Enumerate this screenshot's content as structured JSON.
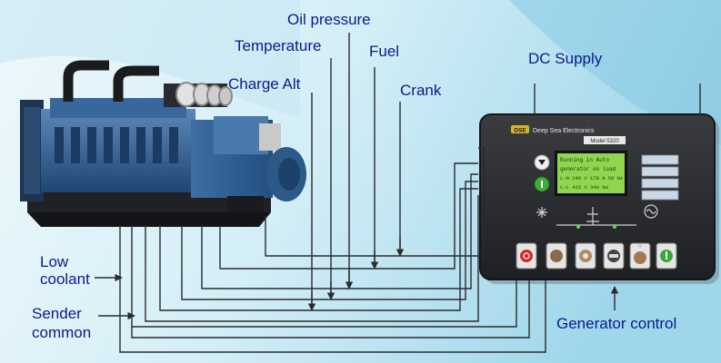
{
  "labels": {
    "oil_pressure": "Oil  pressure",
    "temperature": "Temperature",
    "fuel": "Fuel",
    "charge_alt": "Charge Alt",
    "crank": "Crank",
    "dc_supply": "DC Supply",
    "low_coolant_1": "Low",
    "low_coolant_2": "coolant",
    "sender_common_1": "Sender",
    "sender_common_2": "common",
    "generator_control": "Generator control"
  },
  "controller": {
    "brand_badge": "DSE",
    "brand_name": "Deep Sea Electronics",
    "model": "Model 5320",
    "lcd_lines": [
      "Running in Auto",
      "generator on load",
      "L-N 240 V  178 A  50 Hz",
      "L-L 415 V  340 kW"
    ]
  },
  "colors": {
    "background_light": "#dff2f8",
    "background_mid": "#a9dcec",
    "wire": "#2b2b2b",
    "label_text": "#0b1a8c",
    "panel": "#2e3033",
    "lcd": "#8fd64e",
    "engine_blue": "#2f5f93"
  }
}
